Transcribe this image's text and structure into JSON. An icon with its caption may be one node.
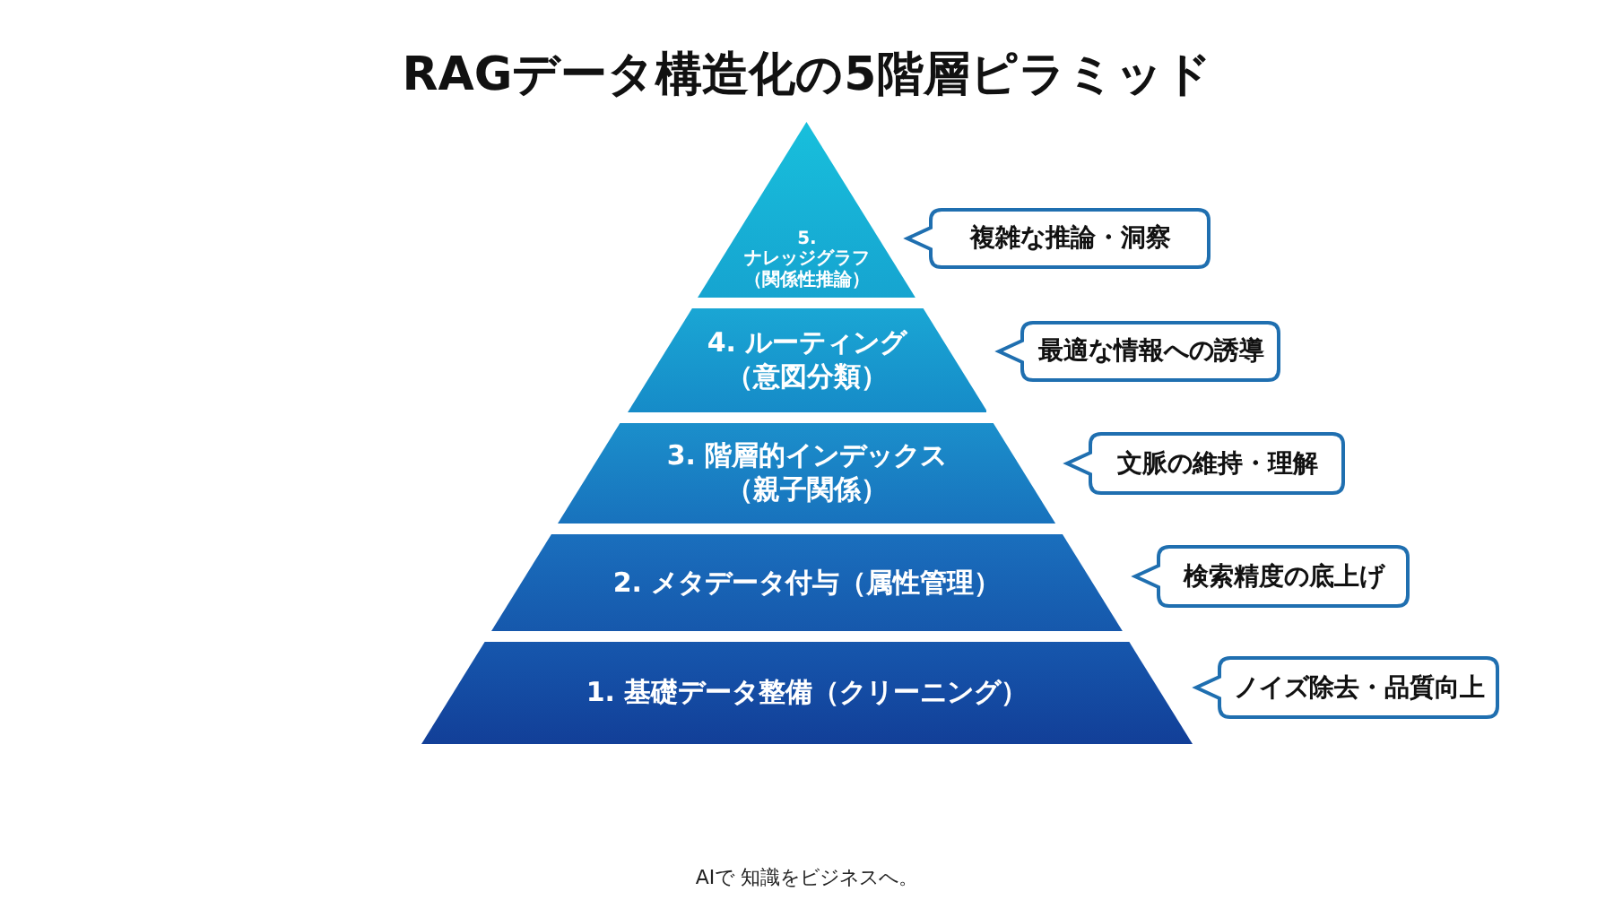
{
  "diagram": {
    "title": "RAGデータ構造化の5階層ピラミッド",
    "nodes": [
      {
        "text": [
          "5. ナレッジグラフ",
          "（関係性推論）"
        ]
      },
      {
        "text": [
          "4. ルーティング",
          "（意図分類）"
        ]
      },
      {
        "text": [
          "3. 階層的インデックス",
          "（親子関係）"
        ]
      },
      {
        "text": [
          "2. メタデータ付与（属性管理）"
        ]
      },
      {
        "text": [
          "1. 基礎データ整備（クリーニング）"
        ]
      },
      {
        "text": [
          "複雑な推論・洞察"
        ]
      },
      {
        "text": [
          "最適な情報への誘導"
        ]
      },
      {
        "text": [
          "文脈の維持・理解"
        ]
      },
      {
        "text": [
          "検索精度の底上げ"
        ]
      },
      {
        "text": [
          "ノイズ除去・品質向上"
        ]
      }
    ],
    "labels": [
      "AIで 知識をビジネスへ。"
    ]
  }
}
